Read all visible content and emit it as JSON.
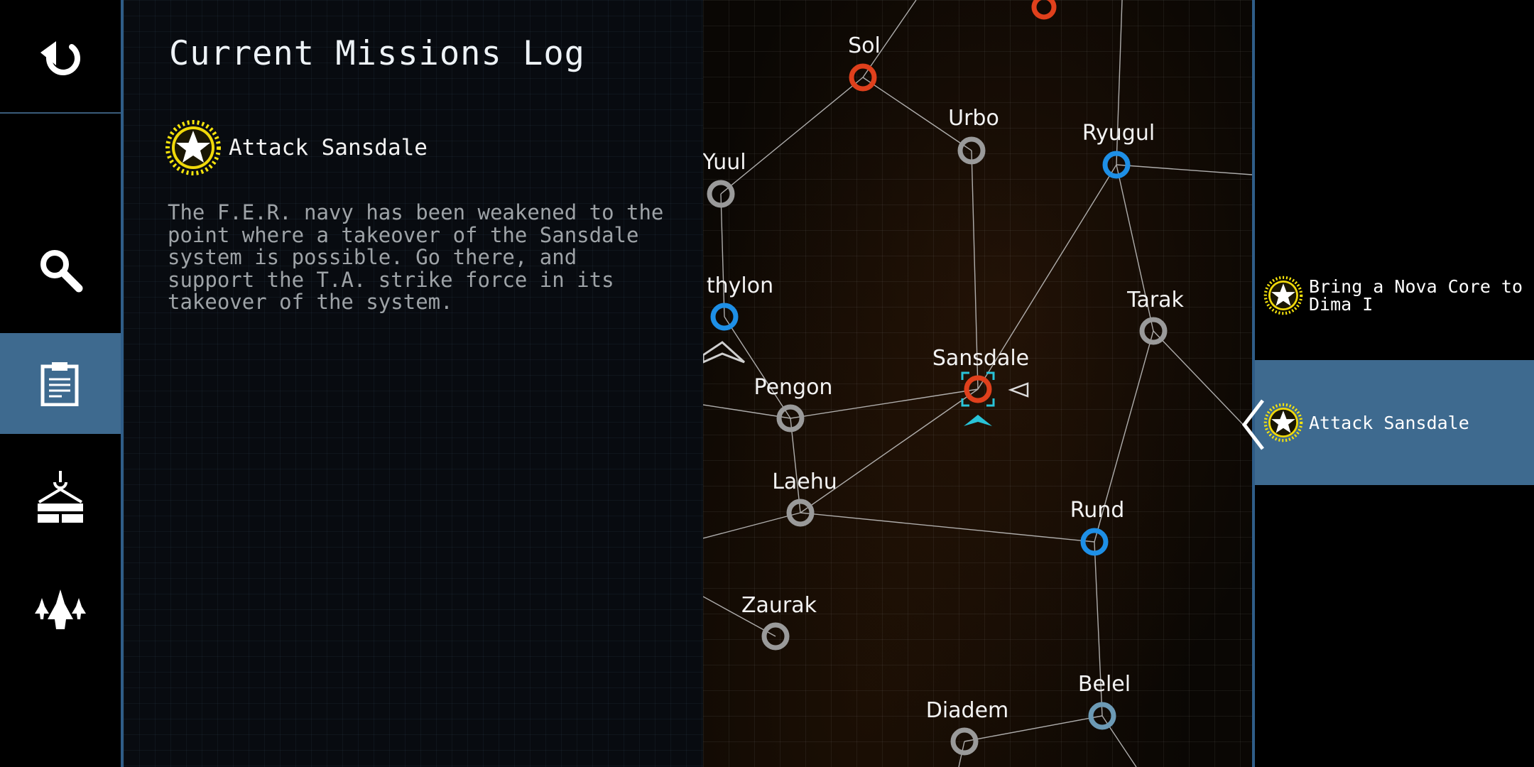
{
  "nav": {
    "items": [
      {
        "id": "back",
        "icon": "back-arrow-icon"
      },
      {
        "id": "search",
        "icon": "search-icon"
      },
      {
        "id": "missions",
        "icon": "clipboard-icon",
        "active": true
      },
      {
        "id": "cargo",
        "icon": "crane-cargo-icon"
      },
      {
        "id": "fleet",
        "icon": "fleet-ships-icon"
      }
    ]
  },
  "log": {
    "title": "Current Missions Log",
    "mission": {
      "name": "Attack Sansdale",
      "icon": "star-badge-icon",
      "description": "The F.E.R. navy has been weakened to the\npoint where a takeover of the Sansdale\nsystem is possible. Go there, and\nsupport the T.A. strike force in its\ntakeover of the system."
    }
  },
  "map": {
    "colors": {
      "hostile": "#e0401c",
      "allied": "#1e8fe6",
      "neutral": "#9a9a9a",
      "visited": "#6c9ab5",
      "selection": "#29c3d8"
    },
    "nodes": [
      {
        "id": "top",
        "name": "",
        "status": "hostile"
      },
      {
        "id": "sol",
        "name": "Sol",
        "status": "hostile"
      },
      {
        "id": "urbo",
        "name": "Urbo",
        "status": "neutral"
      },
      {
        "id": "ryugul",
        "name": "Ryugul",
        "status": "allied"
      },
      {
        "id": "yuul",
        "name": "Yuul",
        "status": "neutral"
      },
      {
        "id": "thylon",
        "name": "thylon",
        "status": "allied"
      },
      {
        "id": "tarak",
        "name": "Tarak",
        "status": "neutral"
      },
      {
        "id": "sansdale",
        "name": "Sansdale",
        "status": "hostile",
        "selected": true
      },
      {
        "id": "pengon",
        "name": "Pengon",
        "status": "neutral"
      },
      {
        "id": "laehu",
        "name": "Laehu",
        "status": "neutral"
      },
      {
        "id": "rund",
        "name": "Rund",
        "status": "allied"
      },
      {
        "id": "zaurak",
        "name": "Zaurak",
        "status": "neutral"
      },
      {
        "id": "belel",
        "name": "Belel",
        "status": "visited"
      },
      {
        "id": "diadem",
        "name": "Diadem",
        "status": "neutral"
      }
    ]
  },
  "mission_list": {
    "items": [
      {
        "label": "Bring a Nova Core to\nDima I",
        "icon": "star-badge-icon",
        "active": false
      },
      {
        "label": "Attack Sansdale",
        "icon": "star-badge-icon",
        "active": true
      }
    ]
  }
}
